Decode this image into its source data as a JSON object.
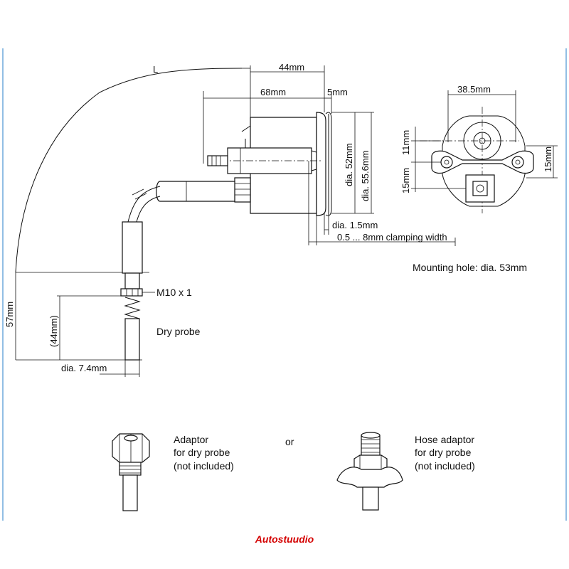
{
  "dimensions": {
    "cable_length": "L",
    "depth_total": "44mm",
    "depth_body": "68mm",
    "bezel_thickness": "5mm",
    "body_diameter": "dia. 52mm",
    "bezel_diameter": "dia. 55.6mm",
    "panel_thickness": "dia. 1.5mm",
    "clamping": "0.5 ... 8mm clamping width",
    "rear_width": "38.5mm",
    "rear_top_offset": "11mm",
    "rear_bottom_offset": "15mm",
    "rear_right_offset": "15mm",
    "probe_overall": "57mm",
    "probe_length": "(44mm)",
    "probe_diameter": "dia. 7.4mm",
    "thread": "M10 x 1"
  },
  "labels": {
    "mounting_hole": "Mounting hole: dia. 53mm",
    "dry_probe": "Dry probe",
    "or": "or"
  },
  "adaptors": [
    {
      "lines": [
        "Adaptor",
        "for dry probe",
        "(not included)"
      ]
    },
    {
      "lines": [
        "Hose adaptor",
        "for dry probe",
        "(not included)"
      ]
    }
  ],
  "brand": "Autostuudio",
  "colors": {
    "line": "#111111",
    "brand": "#d40000",
    "border": "#6fa8dc"
  }
}
